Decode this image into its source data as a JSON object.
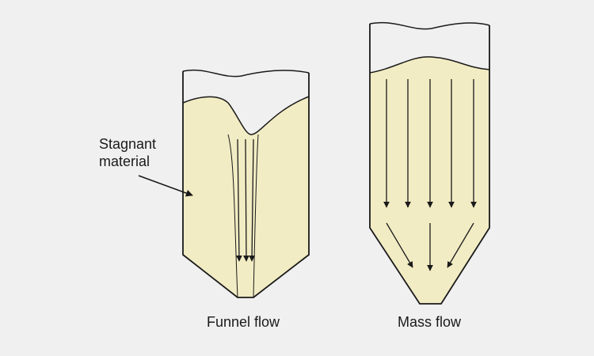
{
  "labels": {
    "stagnant_line1": "Stagnant",
    "stagnant_line2": "material",
    "funnel_caption": "Funnel flow",
    "mass_caption": "Mass flow"
  },
  "colors": {
    "background": "#f0f0f0",
    "material_fill": "#f2ecc4",
    "outline": "#1a1a1a"
  }
}
